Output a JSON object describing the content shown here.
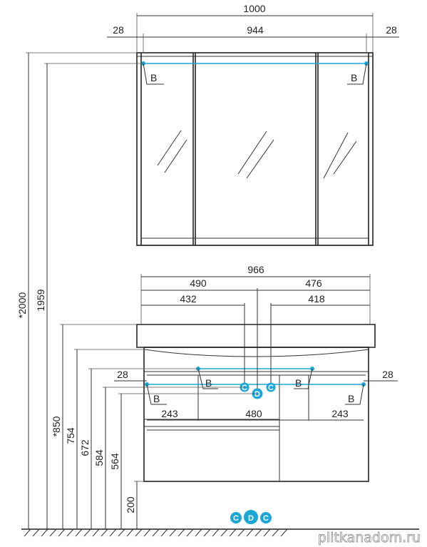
{
  "dimensions": {
    "mirror_total_width": "1000",
    "mirror_side_left": "28",
    "mirror_inner_width": "944",
    "mirror_side_right": "28",
    "vanity_width": "966",
    "to_left_conn": "490",
    "to_right_conn": "476",
    "left_conn_inner": "432",
    "right_conn_inner": "418",
    "vanity_side_left": "28",
    "vanity_side_right": "28",
    "left_drawer_width": "243",
    "mid_width": "480",
    "right_drawer_width": "243",
    "height_total": "*2000",
    "height_mirror": "1959",
    "height_basin": "*850",
    "height_754": "754",
    "height_672": "672",
    "height_584": "584",
    "height_564": "564",
    "height_floor_clearance": "200"
  },
  "labels": {
    "light_b": "B",
    "conn_c": "C",
    "conn_d": "D"
  },
  "watermark": "plitkanadom.ru",
  "colors": {
    "accent": "#1aa7d8",
    "line": "#222222",
    "watermark": "#9a9a9a"
  },
  "icons": {
    "mirror_glare": "diagonal-double-line",
    "connection_point": "filled-circle",
    "floor": "hatched-line"
  }
}
